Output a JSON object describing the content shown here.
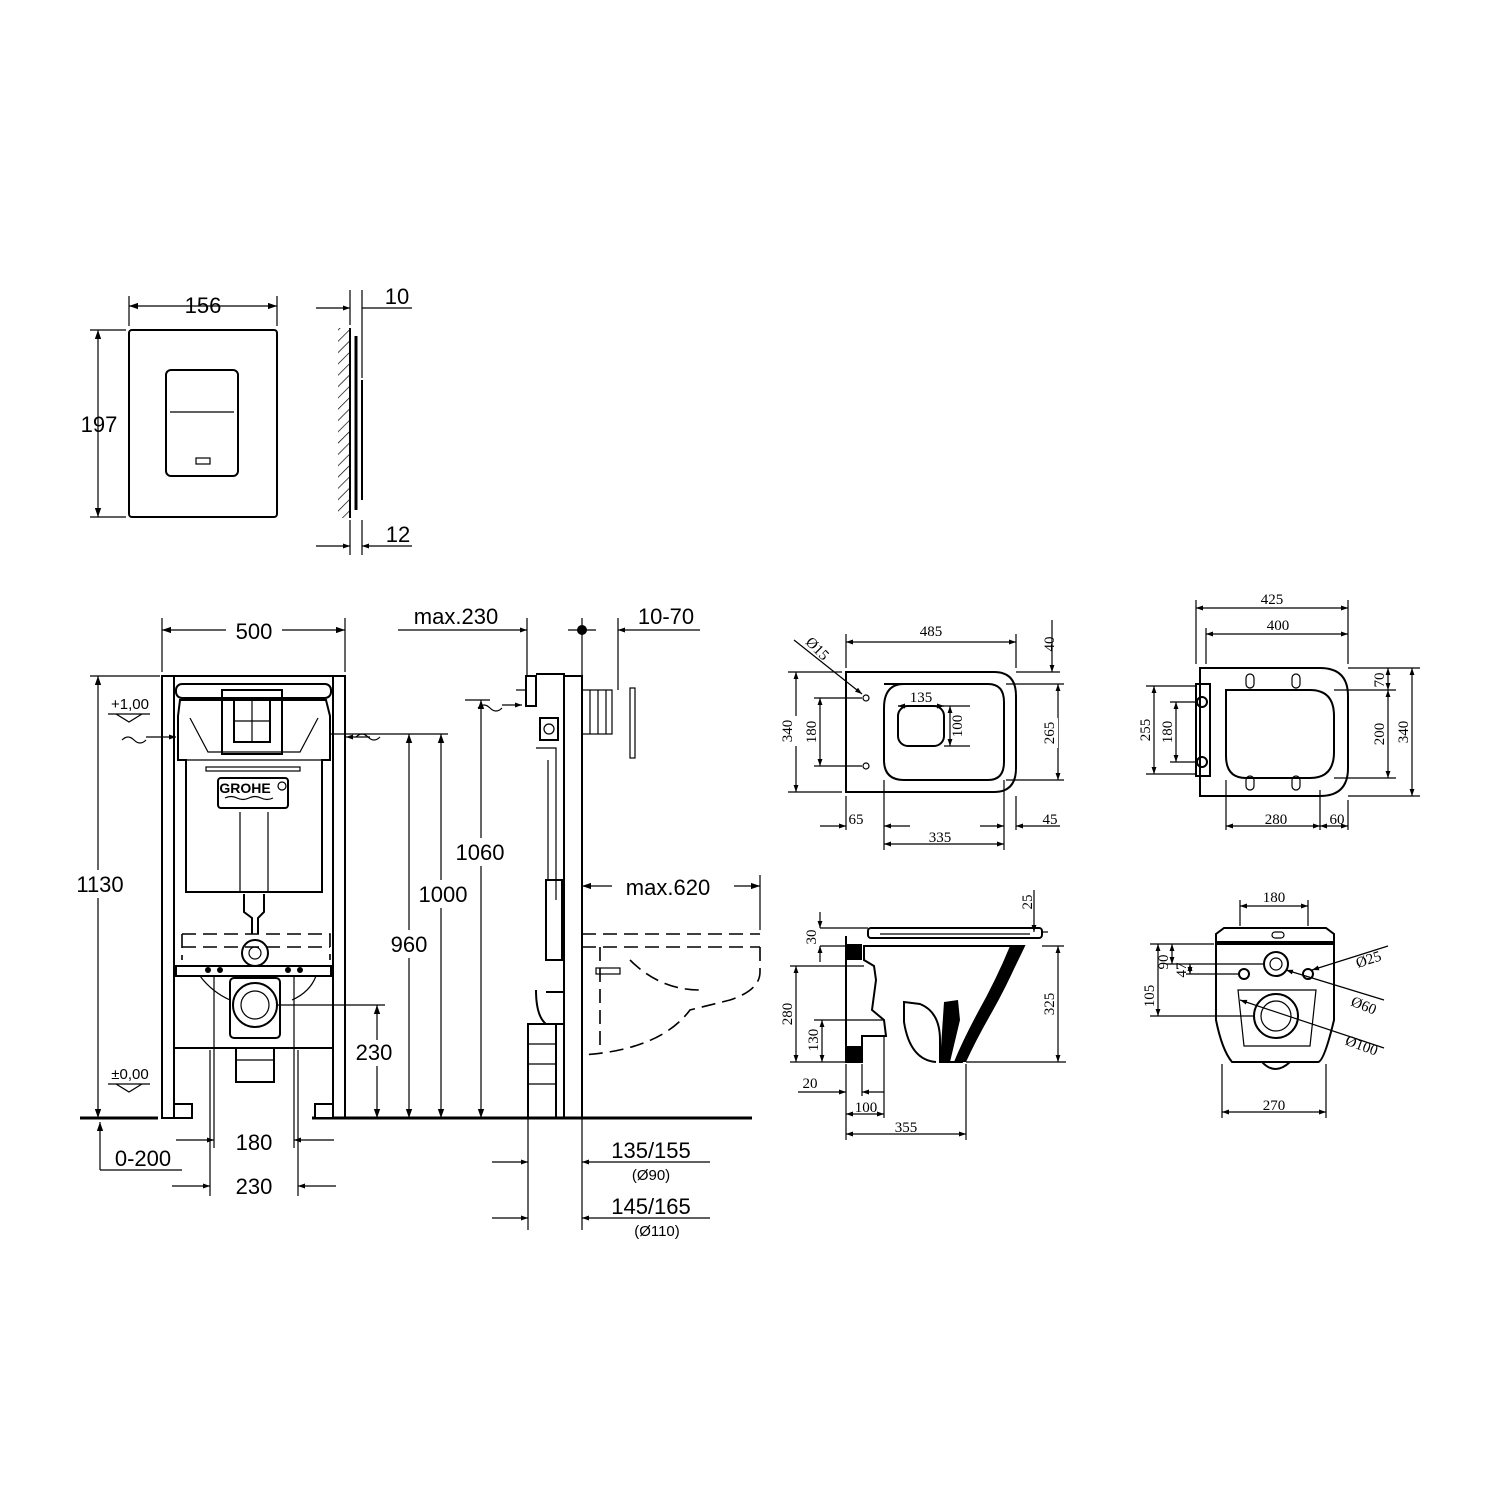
{
  "panel": {
    "width": "156",
    "height": "197",
    "thickness": "10",
    "wall_gap": "12",
    "brand": "GROHE"
  },
  "frame": {
    "width": "500",
    "height": "1130",
    "level_top": "+1,00",
    "level_zero": "±0,00",
    "h_960": "960",
    "h_1000": "1000",
    "h_1060": "1060",
    "h_230": "230",
    "adjust": "0-200",
    "bolt_180": "180",
    "bolt_230": "230",
    "max_230": "max.230",
    "range_10_70": "10-70",
    "max_620": "max.620",
    "d1": "135/155",
    "d1_sub": "(Ø90)",
    "d2": "145/165",
    "d2_sub": "(Ø110)"
  },
  "bowl_top": {
    "len_485": "485",
    "dim_40": "40",
    "hole_d15": "Ø15",
    "hole_135": "135",
    "hole_100": "100",
    "w_340": "340",
    "dim_180": "180",
    "dim_265": "265",
    "dim_65": "65",
    "dim_335": "335",
    "dim_45": "45"
  },
  "seat_top": {
    "w_425": "425",
    "w_400": "400",
    "dim_70": "70",
    "dim_255": "255",
    "dim_180": "180",
    "dim_200": "200",
    "dim_340": "340",
    "dim_280": "280",
    "dim_60": "60"
  },
  "bowl_side": {
    "dim_25": "25",
    "dim_30": "30",
    "dim_280": "280",
    "dim_130": "130",
    "dim_325": "325",
    "dim_20": "20",
    "dim_100": "100",
    "dim_355": "355"
  },
  "bowl_back": {
    "dim_180": "180",
    "dim_90": "90",
    "dim_47": "47",
    "dim_105": "105",
    "d25": "Ø25",
    "d60": "Ø60",
    "d100": "Ø100",
    "dim_270": "270"
  }
}
